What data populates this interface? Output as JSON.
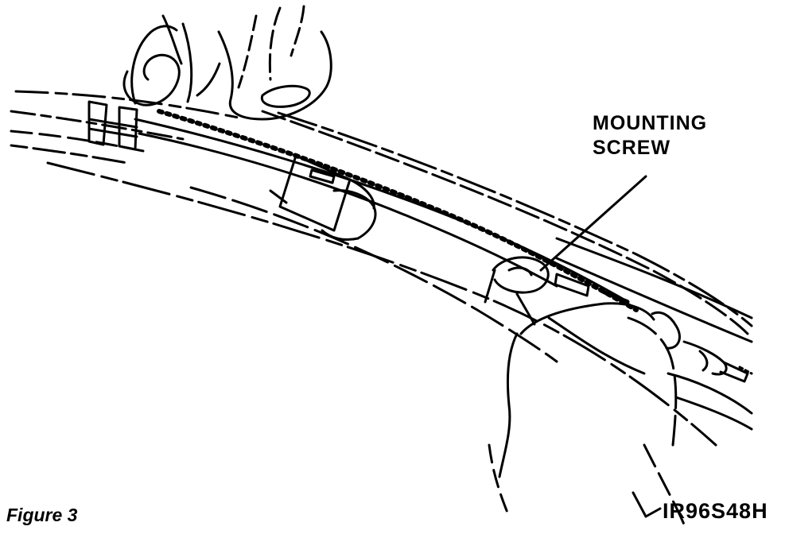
{
  "diagram": {
    "callout": {
      "line1": "MOUNTING",
      "line2": "SCREW"
    },
    "caption": "Figure 3",
    "figure_id": "IR96S48H"
  },
  "colors": {
    "ink": "#000000",
    "paper": "#ffffff"
  }
}
